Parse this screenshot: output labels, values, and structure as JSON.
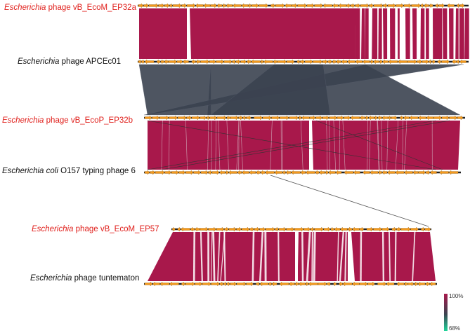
{
  "genomes": [
    {
      "genus": "Escherichia",
      "rest": "phage vB_EcoM_EP32a",
      "highlight": true
    },
    {
      "genus": "Escherichia",
      "rest": "phage APCEc01",
      "highlight": false
    },
    {
      "genus": "Escherichia",
      "rest": "phage vB_EcoP_EP32b",
      "highlight": true
    },
    {
      "genus": "Escherichia",
      "species": "coli",
      "rest": "O157 typing  phage 6",
      "highlight": false
    },
    {
      "genus": "Escherichia",
      "rest": "phage vB_EcoM_EP57",
      "highlight": true
    },
    {
      "genus": "Escherichia",
      "rest": "phage tuntematon",
      "highlight": false
    }
  ],
  "colors": {
    "gene": "#f39a1e",
    "genome_line": "#222222",
    "direct_match": "#a8184b",
    "inverted_match": "#3b4350",
    "highlight_label": "#e0201c",
    "label": "#111111"
  },
  "scale": {
    "max_label": "100%",
    "min_label": "68%",
    "gradient_colors": [
      "#a8184b",
      "#3b4350",
      "#1fd49a"
    ]
  }
}
